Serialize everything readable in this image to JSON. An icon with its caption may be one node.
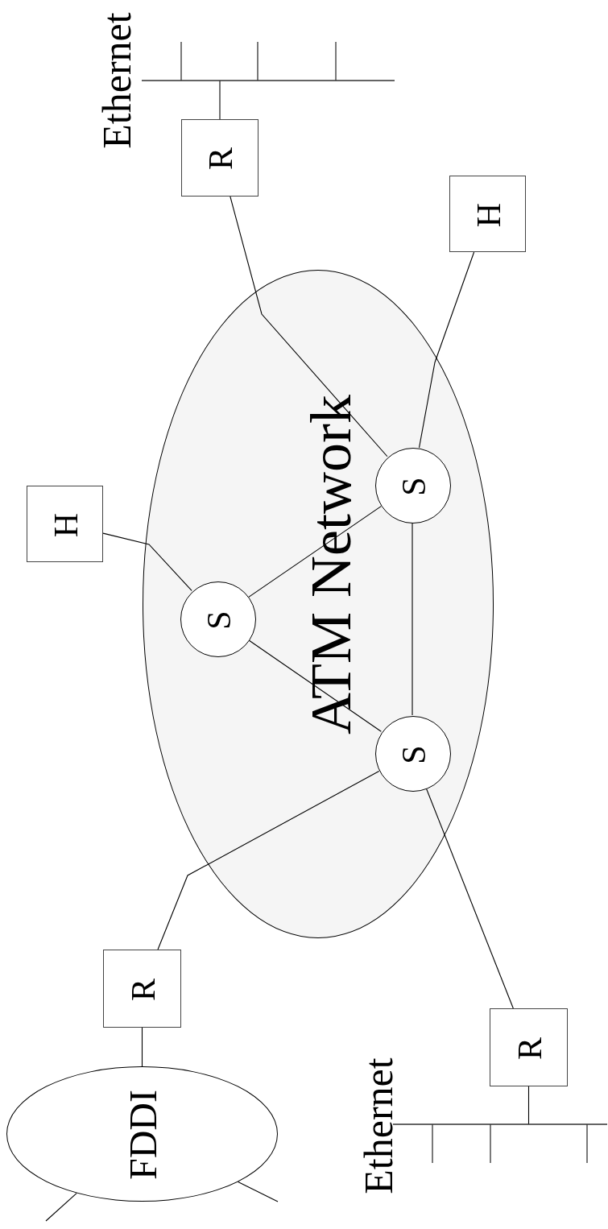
{
  "diagram": {
    "nodes": [
      {
        "text": [
          "ATM Network"
        ]
      },
      {
        "text": [
          "S"
        ],
        "in": 0
      },
      {
        "text": [
          "S"
        ],
        "in": 0
      },
      {
        "text": [
          "S"
        ],
        "in": 0
      },
      {
        "text": [
          "H"
        ]
      },
      {
        "text": [
          "H"
        ]
      },
      {
        "text": [
          "R"
        ]
      },
      {
        "text": [
          "R"
        ]
      },
      {
        "text": [
          "R"
        ]
      },
      {
        "text": [
          "FDDI"
        ]
      },
      {
        "text": [
          "Ethernet"
        ]
      },
      {
        "text": [
          "Ethernet"
        ]
      }
    ],
    "edges": [
      {
        "from": 4,
        "to": 1,
        "arrow": "none"
      },
      {
        "from": 1,
        "to": 2,
        "arrow": "none"
      },
      {
        "from": 1,
        "to": 3,
        "arrow": "none"
      },
      {
        "from": 2,
        "to": 3,
        "arrow": "none"
      },
      {
        "from": 6,
        "to": 2,
        "arrow": "none"
      },
      {
        "from": 5,
        "to": 2,
        "arrow": "none"
      },
      {
        "from": 7,
        "to": 3,
        "arrow": "none"
      },
      {
        "from": 8,
        "to": 3,
        "arrow": "none"
      },
      {
        "from": 6,
        "to": 10,
        "arrow": "none"
      },
      {
        "from": 7,
        "to": 9,
        "arrow": "none"
      },
      {
        "from": 8,
        "to": 11,
        "arrow": "none"
      },
      {
        "from": 9,
        "to": null,
        "arrow": "none"
      },
      {
        "from": 9,
        "to": null,
        "arrow": "none"
      }
    ]
  }
}
